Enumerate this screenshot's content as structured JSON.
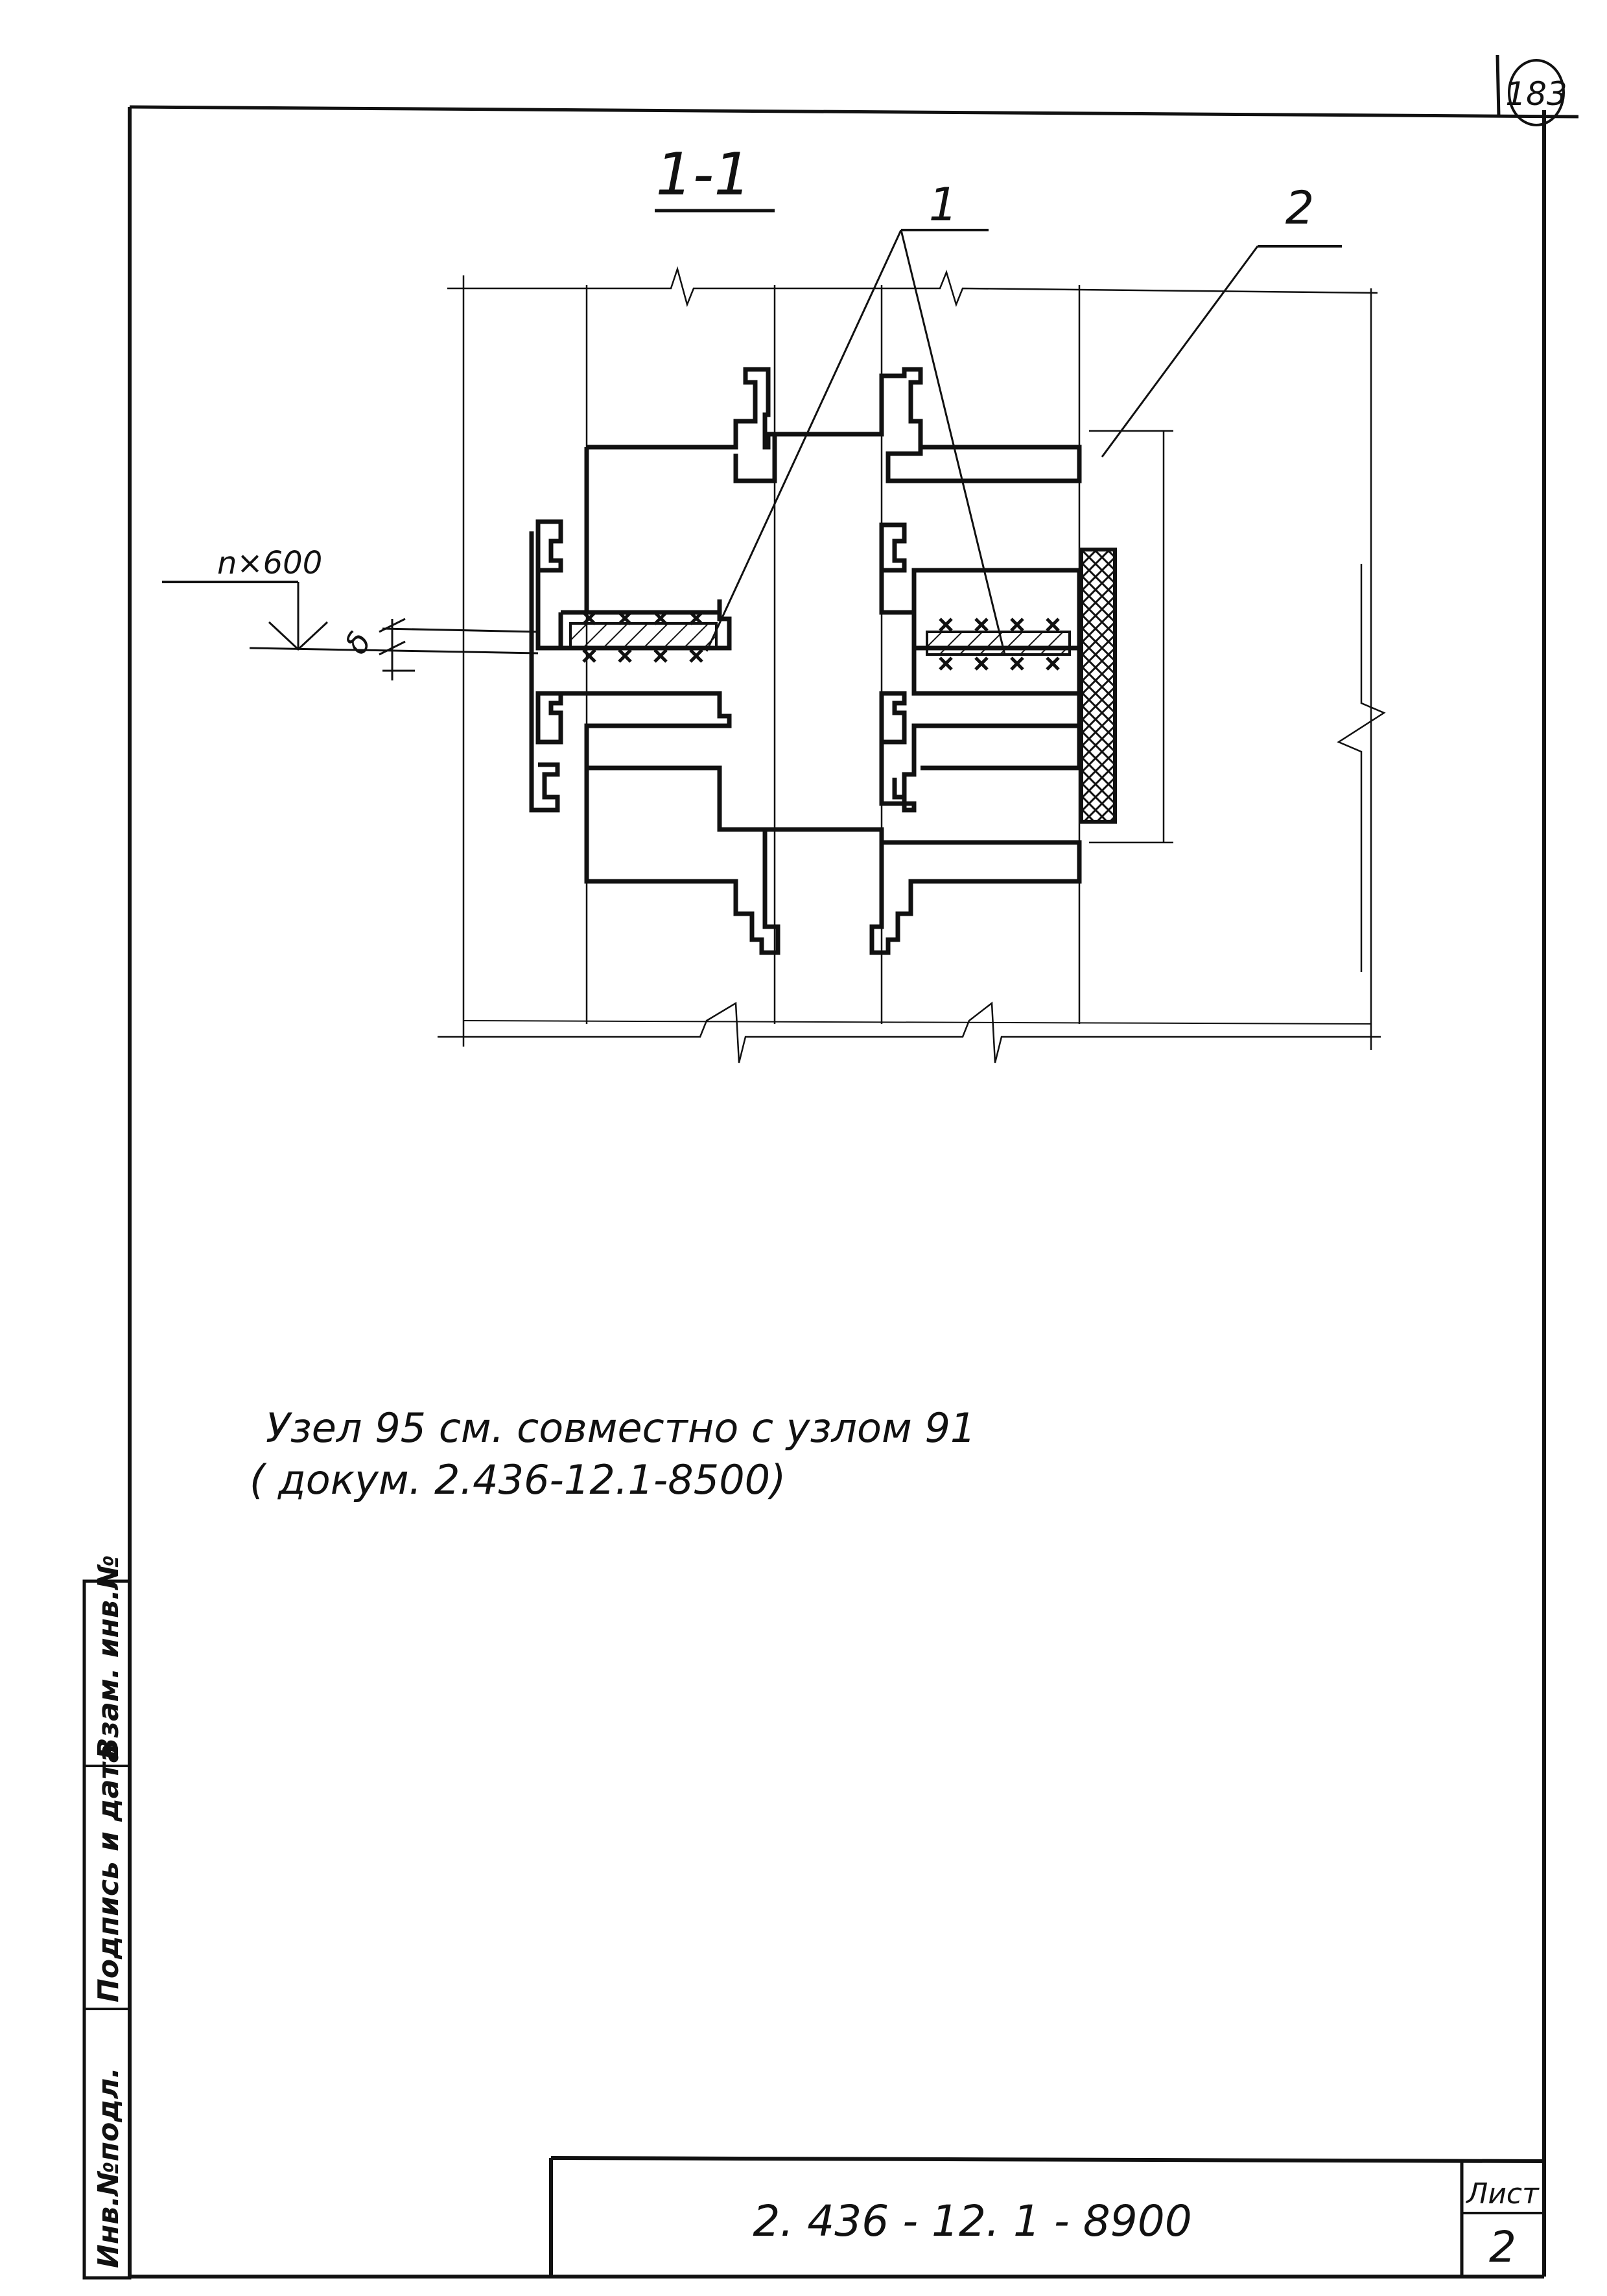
{
  "sheet_number_circle": "183",
  "section_title": "1-1",
  "callouts": {
    "item_1": "1",
    "item_2": "2"
  },
  "dimensions": {
    "spacing": "n×600",
    "gap": "δ"
  },
  "note": {
    "line1": "Узел 95   см. совместно  с  узлом 91",
    "line2": "( докум. 2.436-12.1-8500)"
  },
  "side_stamp": {
    "inv_no_orig": "Инв.№подл.",
    "signature_date": "Подпись и дата",
    "replaces_inv": "Взам. инв.№"
  },
  "title_block": {
    "document_code": "2. 436 - 12. 1 - 8900",
    "sheet_label": "Лист",
    "sheet_value": "2"
  },
  "colors": {
    "ink": "#111111",
    "paper": "#ffffff"
  }
}
